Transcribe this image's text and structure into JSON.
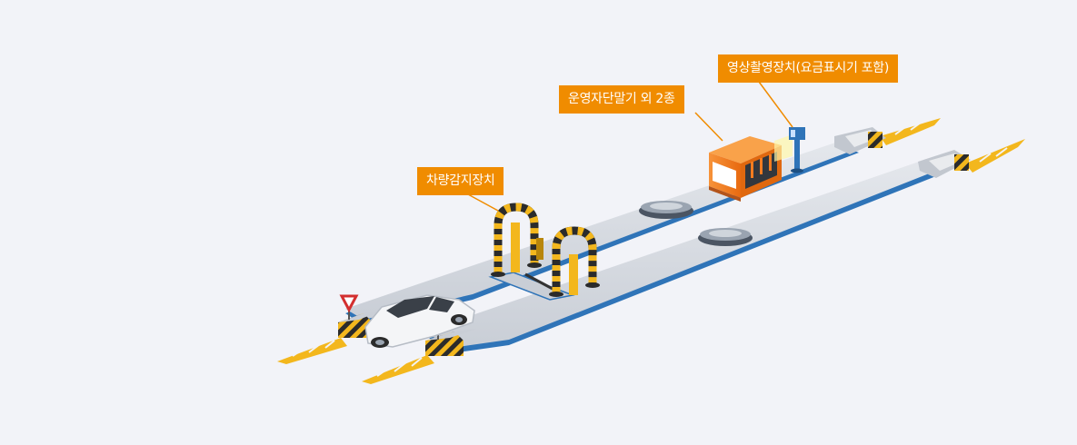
{
  "labels": {
    "vehicle_detector": "차량감지장치",
    "operation_terminal": "운영자단말기 외 2종",
    "video_camera": "영상촬영장치(요금표시기 포함)"
  },
  "colors": {
    "background": "#f2f3f8",
    "callout": "#f08c00",
    "callout_text": "#ffffff",
    "lane_top": "#d9dde3",
    "lane_edge": "#2f74b8",
    "arrow_yellow": "#f3b71d",
    "booth_orange": "#f47c20",
    "hazard_black": "#2b2b2b"
  },
  "icons": [
    "car-icon",
    "yield-sign-icon",
    "camera-icon",
    "toll-booth-icon",
    "detector-gate-icon",
    "speed-bump-icon"
  ]
}
